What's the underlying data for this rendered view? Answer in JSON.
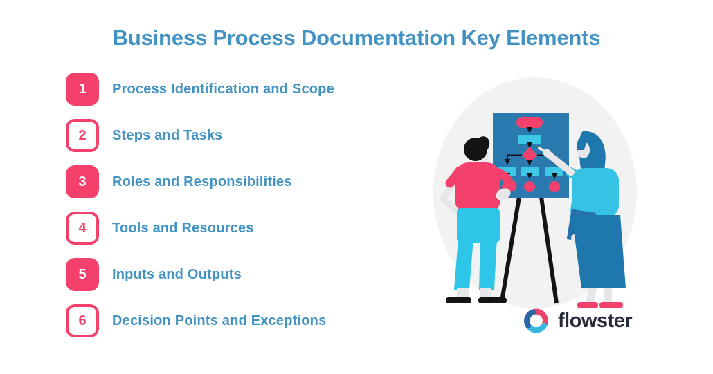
{
  "title": "Business Process Documentation Key Elements",
  "list": {
    "items": [
      {
        "number": "1",
        "label": "Process Identification and Scope",
        "variant": "filled"
      },
      {
        "number": "2",
        "label": "Steps and Tasks",
        "variant": "outline"
      },
      {
        "number": "3",
        "label": "Roles and Responsibilities",
        "variant": "filled"
      },
      {
        "number": "4",
        "label": "Tools and Resources",
        "variant": "outline"
      },
      {
        "number": "5",
        "label": "Inputs and Outputs",
        "variant": "filled"
      },
      {
        "number": "6",
        "label": "Decision Points and Exceptions",
        "variant": "outline"
      }
    ]
  },
  "illustration": {
    "description": "Two people at an easel board showing a flowchart: start pill, process boxes, decision diamond branching to three boxes ending in circles"
  },
  "logo": {
    "text": "flowster"
  },
  "colors": {
    "pink": "#F4416B",
    "textBlue": "#4292C4",
    "cyan": "#2EC6E8",
    "boardBlue": "#2A7AB0",
    "boardCyan": "#3EC8E8",
    "darkBlue": "#1E78AD",
    "skin": "#E7E7E9",
    "logoInk": "#262A3B",
    "circleBg": "#F2F2F3",
    "logoPink": "#E8456B",
    "logoBlue": "#2B66A8",
    "logoCyan": "#35B6DF"
  }
}
